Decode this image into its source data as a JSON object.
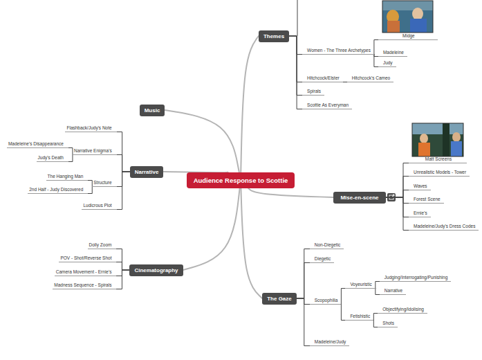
{
  "diagram": {
    "nodes": [
      {
        "text": [
          "Audience Response to Scottie"
        ]
      },
      {
        "text": [
          "Themes"
        ]
      },
      {
        "text": [
          "Women - The Three Archetypes"
        ]
      },
      {
        "text": [
          "Midge"
        ]
      },
      {
        "text": [
          "Madeleine"
        ]
      },
      {
        "text": [
          "Judy"
        ]
      },
      {
        "text": [
          "Hitchcock/Elster"
        ]
      },
      {
        "text": [
          "Hitchcock's Cameo"
        ]
      },
      {
        "text": [
          "Spirals"
        ]
      },
      {
        "text": [
          "Scottie As Everyman"
        ]
      },
      {
        "text": [
          "Music"
        ]
      },
      {
        "text": [
          "Narrative"
        ]
      },
      {
        "text": [
          "Flashback/Judy's Note"
        ]
      },
      {
        "text": [
          "Narrative Enigma's"
        ]
      },
      {
        "text": [
          "Madeleine's Disappearance"
        ]
      },
      {
        "text": [
          "Judy's Death"
        ]
      },
      {
        "text": [
          "Structure"
        ]
      },
      {
        "text": [
          "The Hanging Man"
        ]
      },
      {
        "text": [
          "2nd Half - Judy Discovered"
        ]
      },
      {
        "text": [
          "Ludicrous Plot"
        ]
      },
      {
        "text": [
          "Mise-en-scene"
        ]
      },
      {
        "text": [
          "Matt Screens"
        ]
      },
      {
        "text": [
          "Unrealistic Models - Tower"
        ]
      },
      {
        "text": [
          "Waves"
        ]
      },
      {
        "text": [
          "Forest Scene"
        ]
      },
      {
        "text": [
          "Ernie's"
        ]
      },
      {
        "text": [
          "Madeleine/Judy's Dress Codes"
        ]
      },
      {
        "text": [
          "Cinematography"
        ]
      },
      {
        "text": [
          "Dolly Zoom"
        ]
      },
      {
        "text": [
          "POV - Shot/Reverse Shot"
        ]
      },
      {
        "text": [
          "Camera Movement - Ernie's"
        ]
      },
      {
        "text": [
          "Madness Sequence - Spirals"
        ]
      },
      {
        "text": [
          "The Gaze"
        ]
      },
      {
        "text": [
          "Non-Diegetic"
        ]
      },
      {
        "text": [
          "Diegetic"
        ]
      },
      {
        "text": [
          "Scopophilia"
        ]
      },
      {
        "text": [
          "Voyeuristic"
        ]
      },
      {
        "text": [
          "Judging/Interrogating/Punishing"
        ]
      },
      {
        "text": [
          "Narrative"
        ]
      },
      {
        "text": [
          "Fetishistic"
        ]
      },
      {
        "text": [
          "Objectifying/Idolising"
        ]
      },
      {
        "text": [
          "Shots"
        ]
      },
      {
        "text": [
          "Madeleine/Judy"
        ]
      }
    ],
    "edges": [
      {
        "from": 0,
        "to": 1,
        "arrow": "none"
      },
      {
        "from": 0,
        "to": 10,
        "arrow": "none"
      },
      {
        "from": 0,
        "to": 11,
        "arrow": "none"
      },
      {
        "from": 0,
        "to": 20,
        "arrow": "none"
      },
      {
        "from": 0,
        "to": 27,
        "arrow": "none"
      },
      {
        "from": 0,
        "to": 32,
        "arrow": "none"
      },
      {
        "from": 1,
        "to": 2,
        "arrow": "none"
      },
      {
        "from": 2,
        "to": 3,
        "arrow": "none"
      },
      {
        "from": 2,
        "to": 4,
        "arrow": "none"
      },
      {
        "from": 2,
        "to": 5,
        "arrow": "none"
      },
      {
        "from": 1,
        "to": 6,
        "arrow": "none"
      },
      {
        "from": 6,
        "to": 7,
        "arrow": "none"
      },
      {
        "from": 1,
        "to": 8,
        "arrow": "none"
      },
      {
        "from": 1,
        "to": 9,
        "arrow": "none"
      },
      {
        "from": 11,
        "to": 12,
        "arrow": "none"
      },
      {
        "from": 11,
        "to": 13,
        "arrow": "none"
      },
      {
        "from": 13,
        "to": 14,
        "arrow": "none"
      },
      {
        "from": 13,
        "to": 15,
        "arrow": "none"
      },
      {
        "from": 11,
        "to": 16,
        "arrow": "none"
      },
      {
        "from": 16,
        "to": 17,
        "arrow": "none"
      },
      {
        "from": 16,
        "to": 18,
        "arrow": "none"
      },
      {
        "from": 11,
        "to": 19,
        "arrow": "none"
      },
      {
        "from": 20,
        "to": 21,
        "arrow": "none"
      },
      {
        "from": 20,
        "to": 22,
        "arrow": "none"
      },
      {
        "from": 20,
        "to": 23,
        "arrow": "none"
      },
      {
        "from": 20,
        "to": 24,
        "arrow": "none"
      },
      {
        "from": 20,
        "to": 25,
        "arrow": "none"
      },
      {
        "from": 20,
        "to": 26,
        "arrow": "none"
      },
      {
        "from": 27,
        "to": 28,
        "arrow": "none"
      },
      {
        "from": 27,
        "to": 29,
        "arrow": "none"
      },
      {
        "from": 27,
        "to": 30,
        "arrow": "none"
      },
      {
        "from": 27,
        "to": 31,
        "arrow": "none"
      },
      {
        "from": 32,
        "to": 33,
        "arrow": "none"
      },
      {
        "from": 32,
        "to": 34,
        "arrow": "none"
      },
      {
        "from": 32,
        "to": 35,
        "arrow": "none"
      },
      {
        "from": 35,
        "to": 36,
        "arrow": "none"
      },
      {
        "from": 36,
        "to": 37,
        "arrow": "none"
      },
      {
        "from": 36,
        "to": 38,
        "arrow": "none"
      },
      {
        "from": 35,
        "to": 39,
        "arrow": "none"
      },
      {
        "from": 39,
        "to": 40,
        "arrow": "none"
      },
      {
        "from": 39,
        "to": 41,
        "arrow": "none"
      },
      {
        "from": 32,
        "to": 42,
        "arrow": "none"
      }
    ]
  }
}
